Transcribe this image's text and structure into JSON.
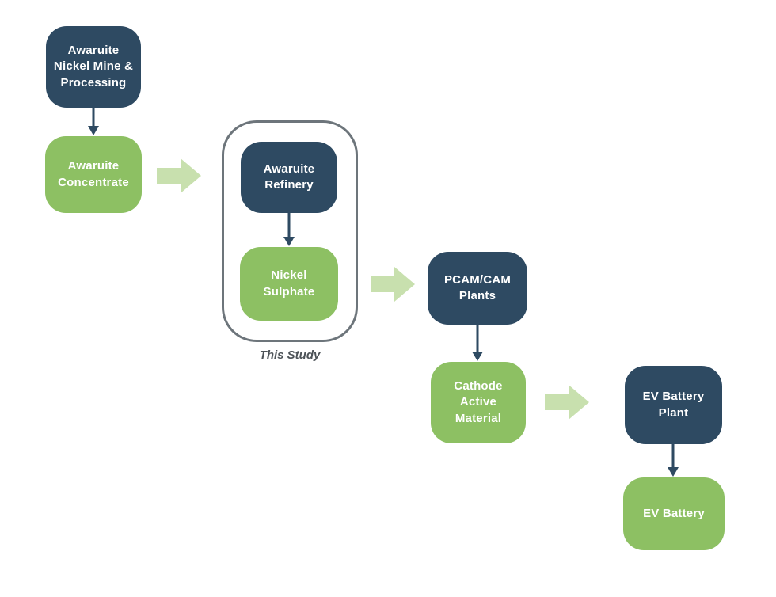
{
  "colors": {
    "navy": "#2e4a62",
    "green": "#8dc063",
    "arrow_green": "#c8e0ae",
    "outline_gray": "#6d757b",
    "label_gray": "#4d5358",
    "bg": "#ffffff"
  },
  "nodes": {
    "mine": {
      "label": "Awaruite\nNickel Mine &\nProcessing",
      "color": "navy"
    },
    "concentrate": {
      "label": "Awaruite\nConcentrate",
      "color": "green"
    },
    "refinery": {
      "label": "Awaruite\nRefinery",
      "color": "navy"
    },
    "nickel_sulphate": {
      "label": "Nickel\nSulphate",
      "color": "green"
    },
    "pcam_cam": {
      "label": "PCAM/CAM\nPlants",
      "color": "navy"
    },
    "cathode": {
      "label": "Cathode\nActive\nMaterial",
      "color": "green"
    },
    "ev_plant": {
      "label": "EV Battery\nPlant",
      "color": "navy"
    },
    "ev_battery": {
      "label": "EV Battery",
      "color": "green"
    }
  },
  "annotations": {
    "this_study": "This Study"
  },
  "edges": [
    {
      "from": "mine",
      "to": "concentrate",
      "style": "thin-arrow-down"
    },
    {
      "from": "concentrate",
      "to": "refinery",
      "style": "block-arrow-right"
    },
    {
      "from": "refinery",
      "to": "nickel_sulphate",
      "style": "thin-arrow-down"
    },
    {
      "from": "nickel_sulphate",
      "to": "pcam_cam",
      "style": "block-arrow-right"
    },
    {
      "from": "pcam_cam",
      "to": "cathode",
      "style": "thin-arrow-down"
    },
    {
      "from": "cathode",
      "to": "ev_plant",
      "style": "block-arrow-right"
    },
    {
      "from": "ev_plant",
      "to": "ev_battery",
      "style": "thin-arrow-down"
    }
  ],
  "groups": [
    {
      "label": "This Study",
      "contains": [
        "refinery",
        "nickel_sulphate"
      ]
    }
  ]
}
